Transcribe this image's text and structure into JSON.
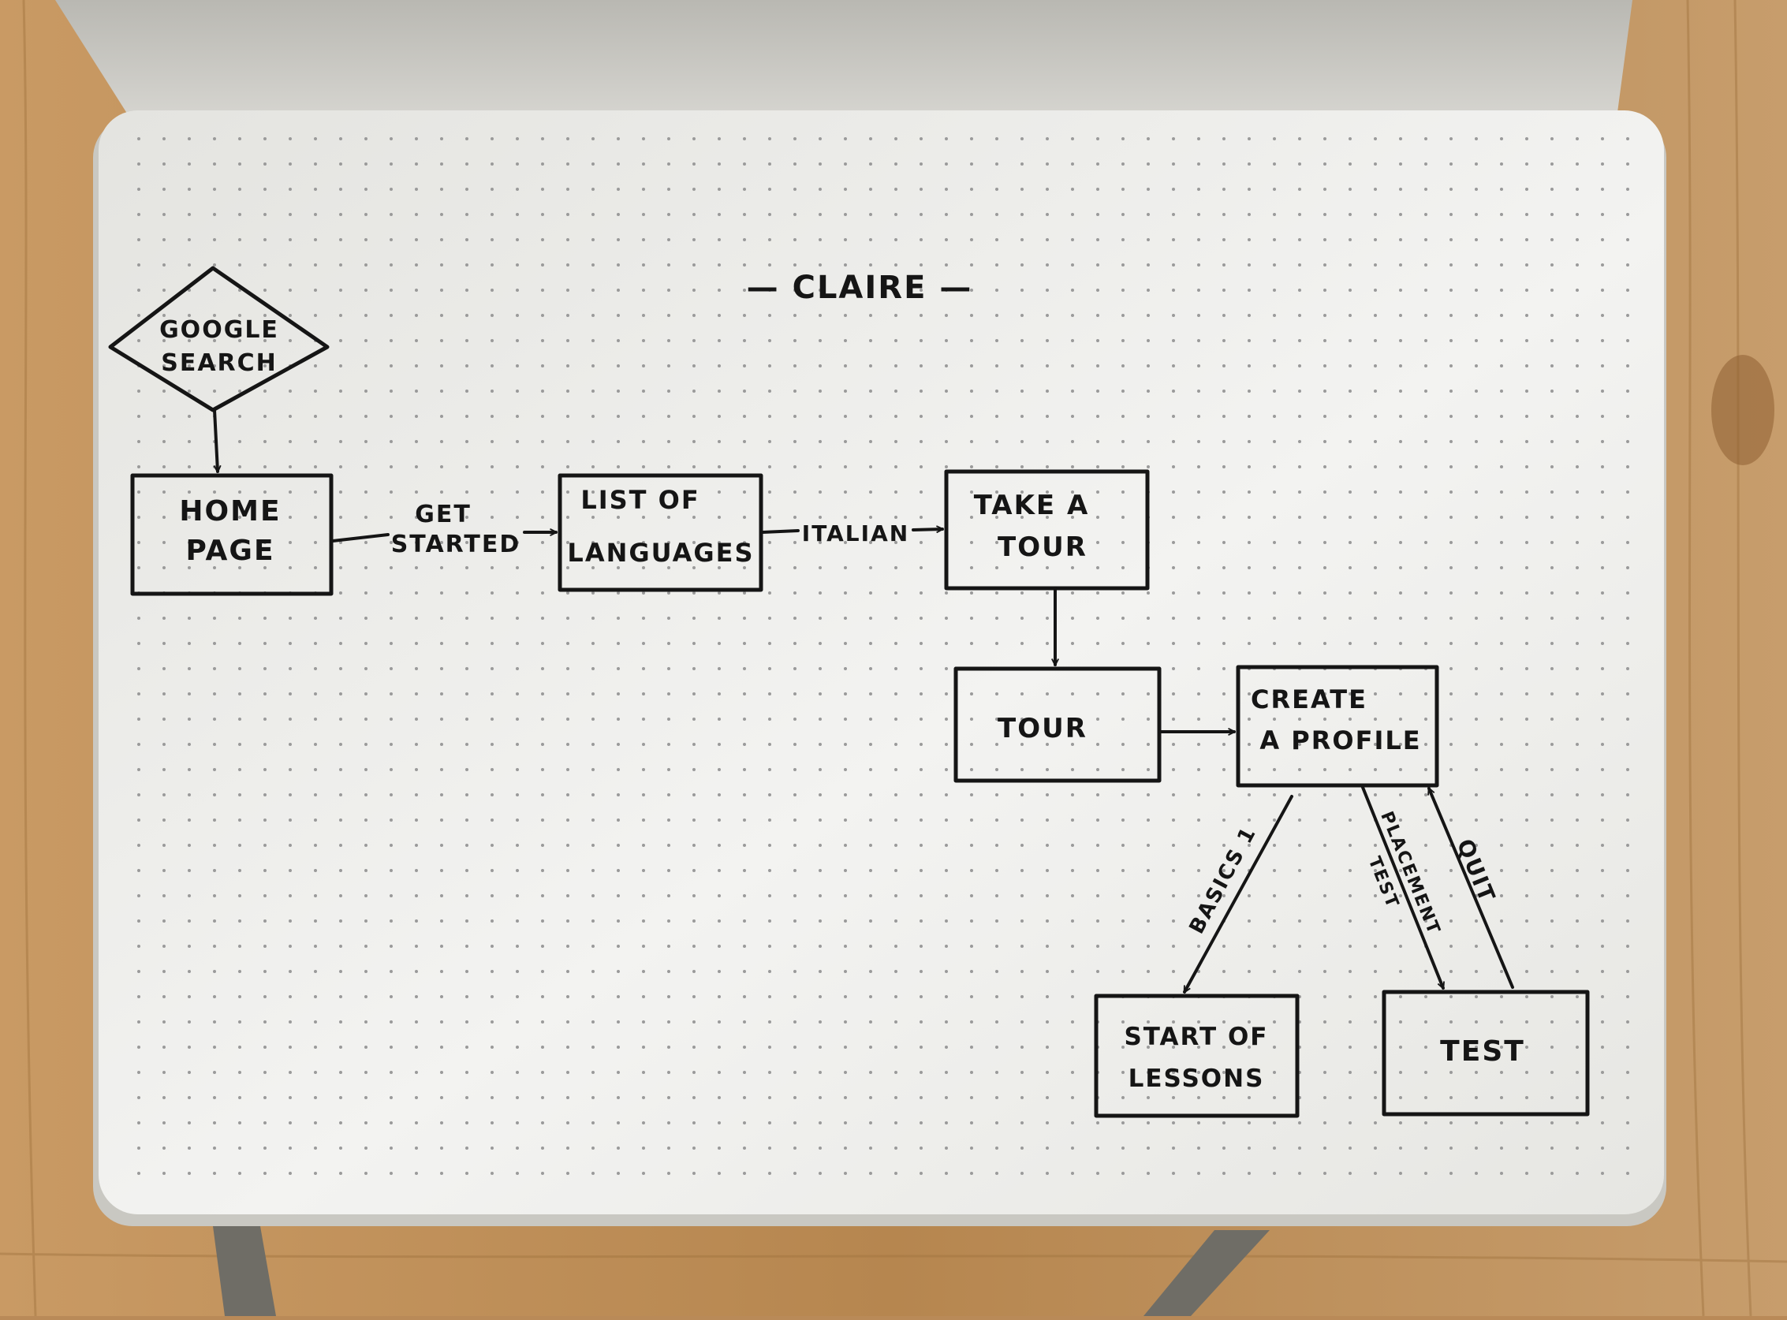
{
  "title": "— CLAIRE —",
  "nodes": {
    "google_search": {
      "line1": "GOOGLE",
      "line2": "SEARCH"
    },
    "home_page": {
      "line1": "HOME",
      "line2": "PAGE"
    },
    "list_of_languages": {
      "line1": "LIST OF",
      "line2": "LANGUAGES"
    },
    "take_a_tour": {
      "line1": "TAKE A",
      "line2": "TOUR"
    },
    "tour": {
      "line1": "TOUR"
    },
    "create_a_profile": {
      "line1": "CREATE",
      "line2": "A PROFILE"
    },
    "start_of_lessons": {
      "line1": "START OF",
      "line2": "LESSONS"
    },
    "test": {
      "line1": "TEST"
    }
  },
  "edges": {
    "get_started": {
      "line1": "GET",
      "line2": "STARTED"
    },
    "italian": {
      "label": "ITALIAN"
    },
    "basics_1": {
      "label": "BASICS 1"
    },
    "placement_test": {
      "line1": "PLACEMENT",
      "line2": "TEST"
    },
    "quit": {
      "label": "QUIT"
    }
  },
  "colors": {
    "ink": "#151515",
    "paper": "#efefec",
    "table": "#b98a58",
    "dot_grid": "#9a9a9a",
    "bookmark_ribbon": "#6f6d66"
  }
}
